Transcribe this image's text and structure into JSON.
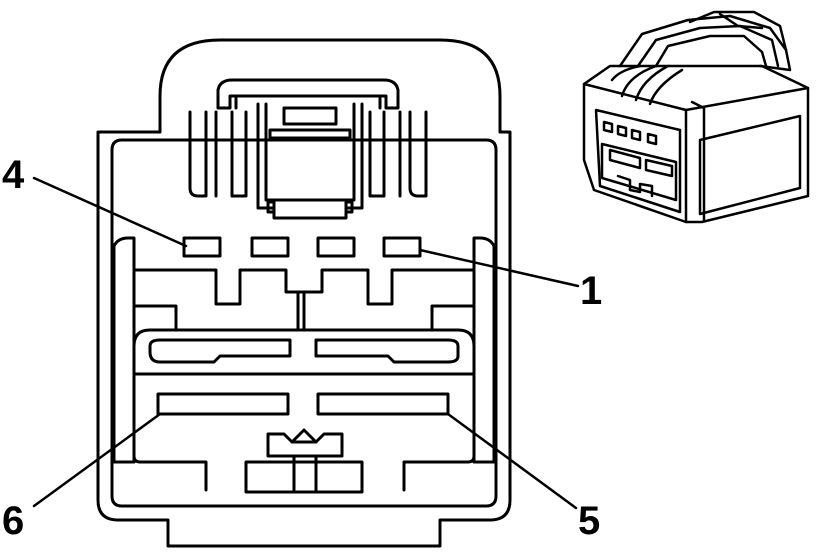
{
  "diagram": {
    "terminal_labels": [
      "4",
      "1",
      "6",
      "5"
    ]
  },
  "colors": {
    "stroke": "#000000",
    "background": "#ffffff"
  }
}
